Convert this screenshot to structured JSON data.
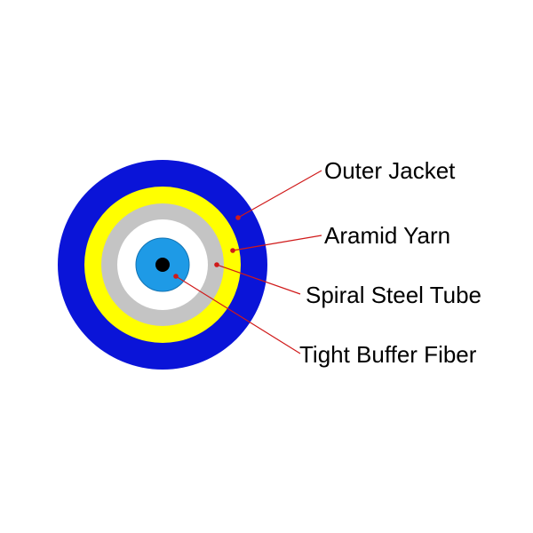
{
  "diagram": {
    "layers": [
      {
        "name": "Outer Jacket",
        "color": "#0a14d8"
      },
      {
        "name": "Aramid Yarn",
        "color": "#ffff00"
      },
      {
        "name": "Spiral Steel Tube",
        "color": "#c4c4c4"
      },
      {
        "name": "Tight Buffer Fiber",
        "color": "#1e9ae6"
      }
    ],
    "colors": {
      "white_gap": "#ffffff",
      "core": "#000000",
      "leader_line": "#d01a1a"
    },
    "labels": {
      "outer_jacket": "Outer Jacket",
      "aramid_yarn": "Aramid Yarn",
      "spiral_steel_tube": "Spiral Steel Tube",
      "tight_buffer_fiber": "Tight Buffer Fiber"
    }
  }
}
